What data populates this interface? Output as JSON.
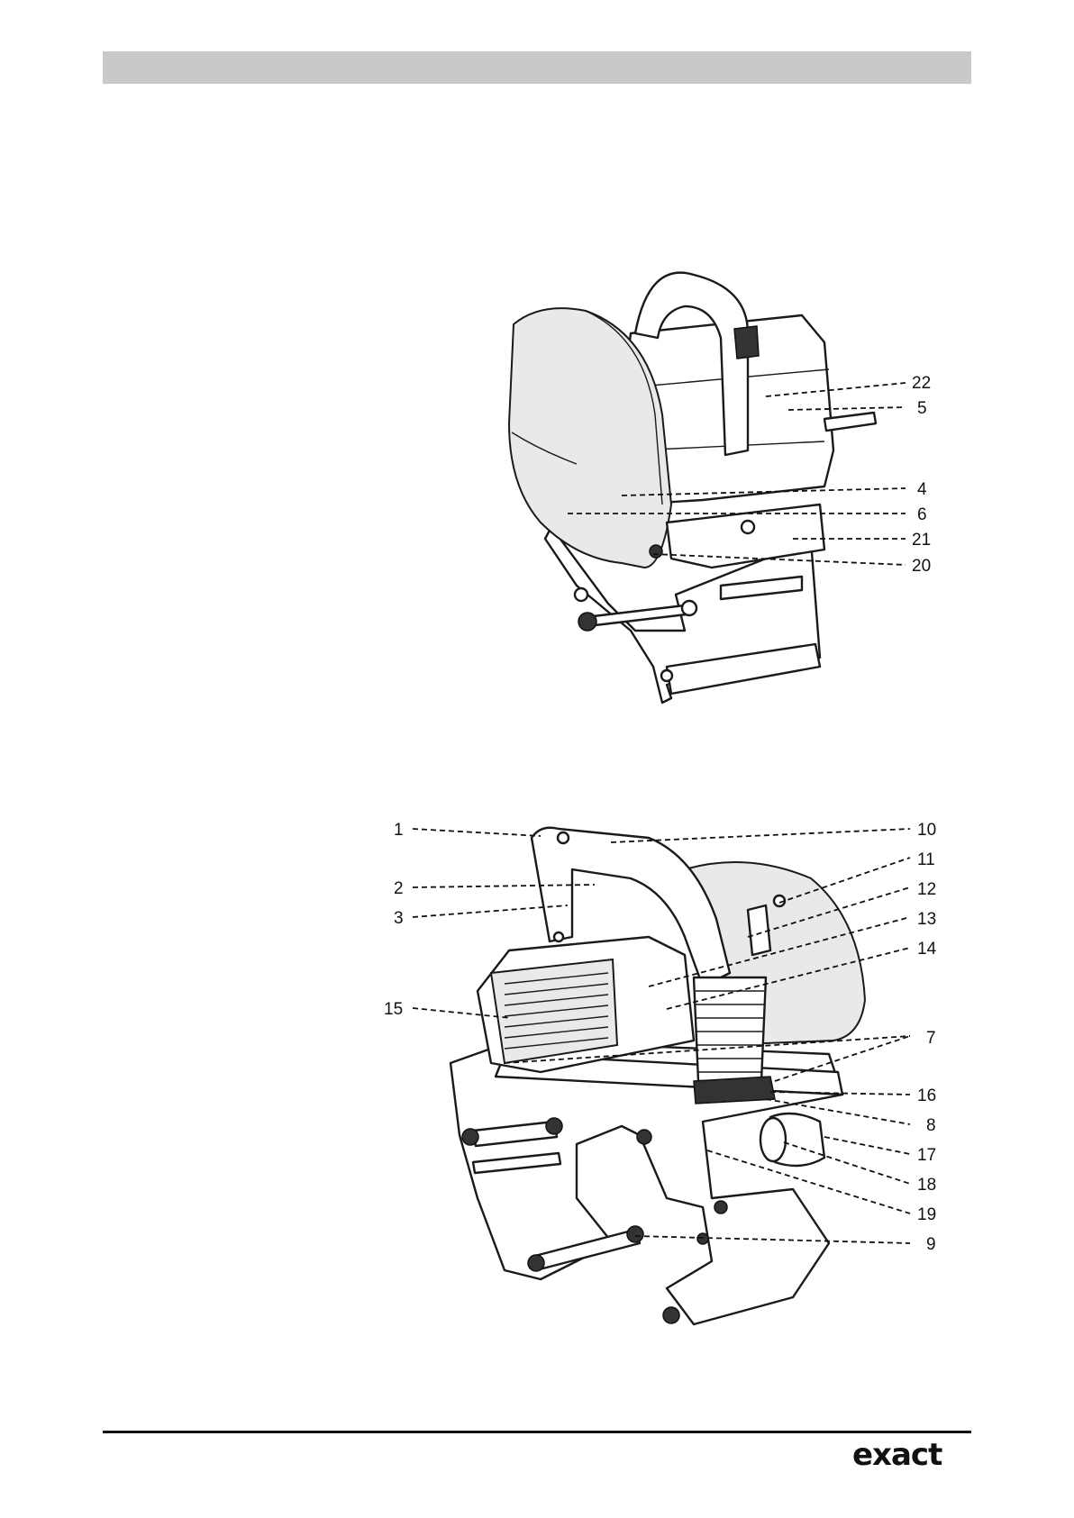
{
  "figure_top": {
    "callouts": [
      "22",
      "5",
      "4",
      "6",
      "21",
      "20"
    ]
  },
  "figure_bottom": {
    "callouts_right": [
      "10",
      "11",
      "12",
      "13",
      "14",
      "7",
      "16",
      "8",
      "17",
      "18",
      "19",
      "9"
    ],
    "callouts_left": [
      "1",
      "2",
      "3",
      "15"
    ]
  },
  "footer": {
    "brand": "exact"
  }
}
